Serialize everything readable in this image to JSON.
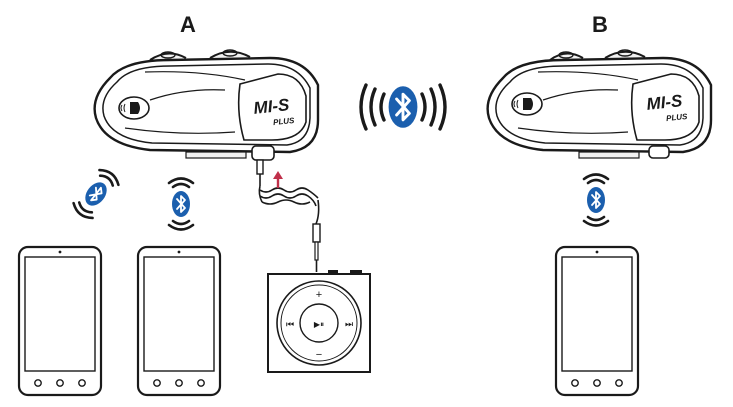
{
  "labels": {
    "a": "A",
    "b": "B"
  },
  "device": {
    "brand_line1": "MI-S",
    "brand_line2": "PLUS"
  },
  "player": {
    "plus": "+",
    "minus": "−",
    "prev": "⏮",
    "next": "⏭",
    "play_pause": "▶⏸"
  },
  "colors": {
    "bluetooth": "#1b5fae",
    "arrow": "#c0304a",
    "outline": "#1a1a1a"
  },
  "icons": [
    "bluetooth-icon",
    "signal-waves-icon",
    "up-arrow-icon",
    "phone-icon",
    "mp3-player-icon",
    "headset-device-icon",
    "audio-cable-icon"
  ]
}
